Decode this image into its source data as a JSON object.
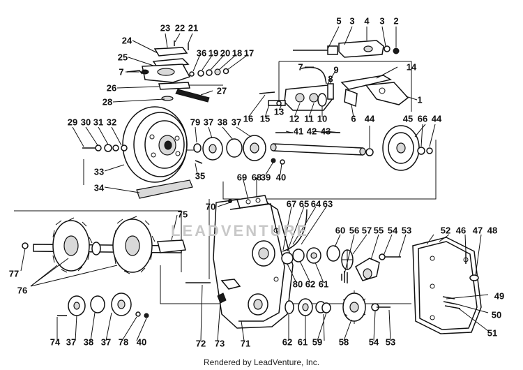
{
  "watermark": "LEADVENTURE",
  "footer": "Rendered by LeadVenture, Inc.",
  "callouts": [
    {
      "id": "c1",
      "label": "1"
    },
    {
      "id": "c2",
      "label": "2"
    },
    {
      "id": "c3a",
      "label": "3"
    },
    {
      "id": "c3b",
      "label": "3"
    },
    {
      "id": "c4",
      "label": "4"
    },
    {
      "id": "c5",
      "label": "5"
    },
    {
      "id": "c6",
      "label": "6"
    },
    {
      "id": "c7a",
      "label": "7"
    },
    {
      "id": "c7b",
      "label": "7"
    },
    {
      "id": "c8",
      "label": "8"
    },
    {
      "id": "c9",
      "label": "9"
    },
    {
      "id": "c10",
      "label": "10"
    },
    {
      "id": "c11",
      "label": "11"
    },
    {
      "id": "c12",
      "label": "12"
    },
    {
      "id": "c13",
      "label": "13"
    },
    {
      "id": "c14",
      "label": "14"
    },
    {
      "id": "c15",
      "label": "15"
    },
    {
      "id": "c16",
      "label": "16"
    },
    {
      "id": "c17",
      "label": "17"
    },
    {
      "id": "c18",
      "label": "18"
    },
    {
      "id": "c19",
      "label": "19"
    },
    {
      "id": "c20",
      "label": "20"
    },
    {
      "id": "c21",
      "label": "21"
    },
    {
      "id": "c22",
      "label": "22"
    },
    {
      "id": "c23",
      "label": "23"
    },
    {
      "id": "c24",
      "label": "24"
    },
    {
      "id": "c25",
      "label": "25"
    },
    {
      "id": "c26",
      "label": "26"
    },
    {
      "id": "c27",
      "label": "27"
    },
    {
      "id": "c28",
      "label": "28"
    },
    {
      "id": "c29",
      "label": "29"
    },
    {
      "id": "c30",
      "label": "30"
    },
    {
      "id": "c31",
      "label": "31"
    },
    {
      "id": "c32",
      "label": "32"
    },
    {
      "id": "c33",
      "label": "33"
    },
    {
      "id": "c34",
      "label": "34"
    },
    {
      "id": "c35",
      "label": "35"
    },
    {
      "id": "c36",
      "label": "36"
    },
    {
      "id": "c37a",
      "label": "37"
    },
    {
      "id": "c37b",
      "label": "37"
    },
    {
      "id": "c37c",
      "label": "37"
    },
    {
      "id": "c37d",
      "label": "37"
    },
    {
      "id": "c38a",
      "label": "38"
    },
    {
      "id": "c38b",
      "label": "38"
    },
    {
      "id": "c39",
      "label": "39"
    },
    {
      "id": "c40a",
      "label": "40"
    },
    {
      "id": "c40b",
      "label": "40"
    },
    {
      "id": "c41",
      "label": "41"
    },
    {
      "id": "c42",
      "label": "42"
    },
    {
      "id": "c43",
      "label": "43"
    },
    {
      "id": "c44a",
      "label": "44"
    },
    {
      "id": "c44b",
      "label": "44"
    },
    {
      "id": "c45",
      "label": "45"
    },
    {
      "id": "c46",
      "label": "46"
    },
    {
      "id": "c47",
      "label": "47"
    },
    {
      "id": "c48",
      "label": "48"
    },
    {
      "id": "c49",
      "label": "49"
    },
    {
      "id": "c50",
      "label": "50"
    },
    {
      "id": "c51",
      "label": "51"
    },
    {
      "id": "c52",
      "label": "52"
    },
    {
      "id": "c53a",
      "label": "53"
    },
    {
      "id": "c53b",
      "label": "53"
    },
    {
      "id": "c54a",
      "label": "54"
    },
    {
      "id": "c54b",
      "label": "54"
    },
    {
      "id": "c55",
      "label": "55"
    },
    {
      "id": "c56",
      "label": "56"
    },
    {
      "id": "c57",
      "label": "57"
    },
    {
      "id": "c58",
      "label": "58"
    },
    {
      "id": "c59",
      "label": "59"
    },
    {
      "id": "c60",
      "label": "60"
    },
    {
      "id": "c61a",
      "label": "61"
    },
    {
      "id": "c61b",
      "label": "61"
    },
    {
      "id": "c62a",
      "label": "62"
    },
    {
      "id": "c62b",
      "label": "62"
    },
    {
      "id": "c63",
      "label": "63"
    },
    {
      "id": "c64",
      "label": "64"
    },
    {
      "id": "c65",
      "label": "65"
    },
    {
      "id": "c66",
      "label": "66"
    },
    {
      "id": "c67",
      "label": "67"
    },
    {
      "id": "c68",
      "label": "68"
    },
    {
      "id": "c69",
      "label": "69"
    },
    {
      "id": "c70",
      "label": "70"
    },
    {
      "id": "c71",
      "label": "71"
    },
    {
      "id": "c72",
      "label": "72"
    },
    {
      "id": "c73",
      "label": "73"
    },
    {
      "id": "c74",
      "label": "74"
    },
    {
      "id": "c75",
      "label": "75"
    },
    {
      "id": "c76",
      "label": "76"
    },
    {
      "id": "c77",
      "label": "77"
    },
    {
      "id": "c78",
      "label": "78"
    },
    {
      "id": "c79",
      "label": "79"
    },
    {
      "id": "c80",
      "label": "80"
    }
  ]
}
